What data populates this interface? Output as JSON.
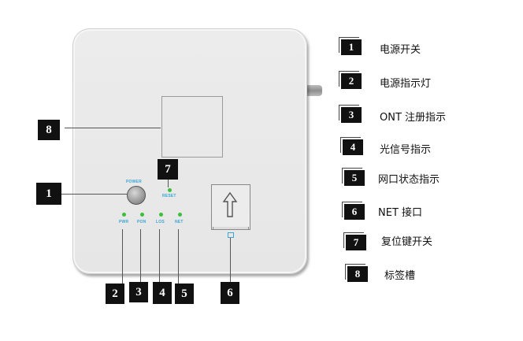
{
  "device": {
    "power_label": "POWER",
    "reset_label": "RESET",
    "led_labels": [
      "PWR",
      "PON",
      "LOS",
      "NET"
    ]
  },
  "callouts": [
    "1",
    "2",
    "3",
    "4",
    "5",
    "6",
    "7",
    "8"
  ],
  "legend": [
    {
      "num": "1",
      "text": "电源开关"
    },
    {
      "num": "2",
      "text": "电源指示灯"
    },
    {
      "num": "3",
      "text": "ONT 注册指示"
    },
    {
      "num": "4",
      "text": "光信号指示"
    },
    {
      "num": "5",
      "text": "网口状态指示"
    },
    {
      "num": "6",
      "text": "NET 接口"
    },
    {
      "num": "7",
      "text": "复位键开关"
    },
    {
      "num": "8",
      "text": "标签槽"
    }
  ],
  "colors": {
    "led": "#3bbf3b",
    "label_text": "#3aa6d6",
    "callout_bg": "#111111"
  }
}
